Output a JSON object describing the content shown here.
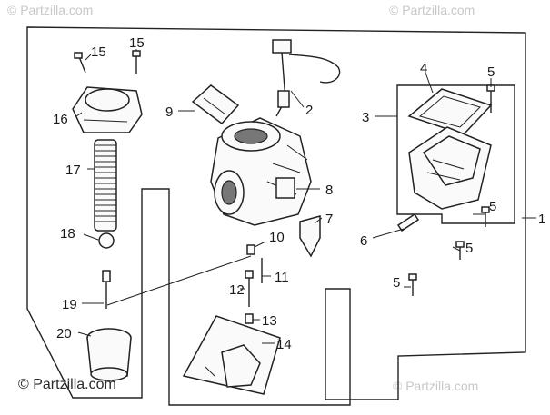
{
  "watermarks": {
    "top_left": "© Partzilla.com",
    "top_right": "© Partzilla.com",
    "bottom_right": "© Partzilla.com"
  },
  "copyright": "© Partzilla.com",
  "callouts": {
    "c1": "1",
    "c2": "2",
    "c3": "3",
    "c4": "4",
    "c5a": "5",
    "c5b": "5",
    "c5c": "5",
    "c5d": "5",
    "c6": "6",
    "c7": "7",
    "c8": "8",
    "c9": "9",
    "c10": "10",
    "c11": "11",
    "c12": "12",
    "c13": "13",
    "c14": "14",
    "c15a": "15",
    "c15b": "15",
    "c16": "16",
    "c17": "17",
    "c18": "18",
    "c19": "19",
    "c20": "20"
  }
}
